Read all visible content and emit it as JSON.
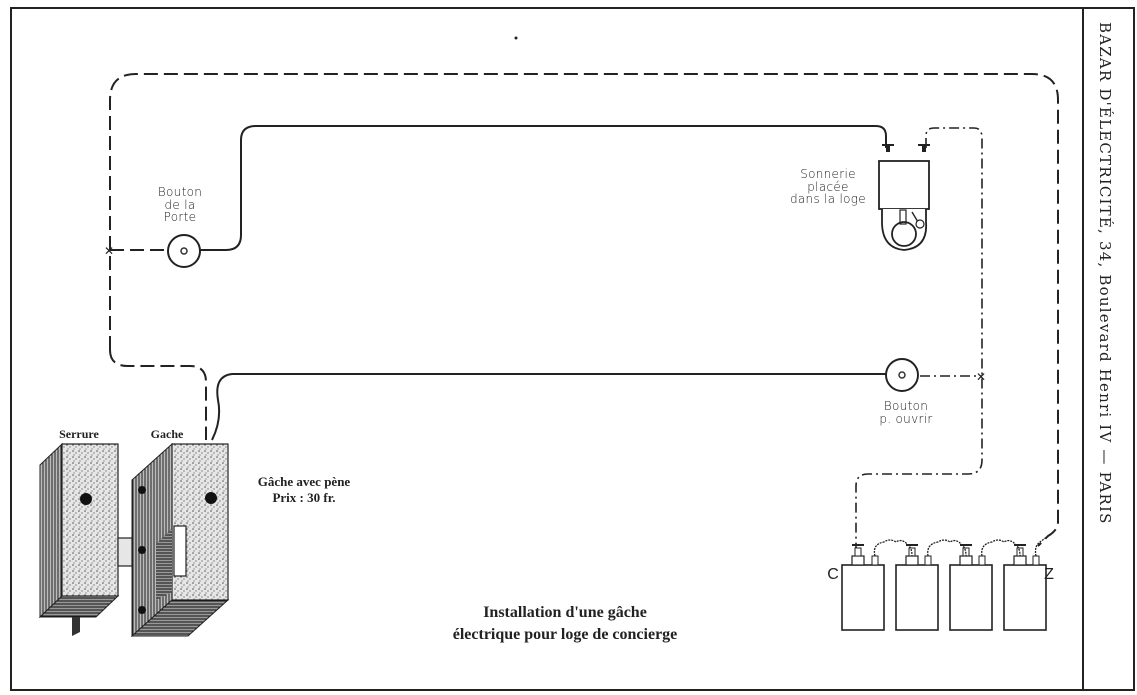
{
  "sidebar": {
    "text": "BAZAR D'ÉLECTRICITÉ, 34, Boulevard Henri IV — PARIS"
  },
  "labels": {
    "bouton_porte": [
      "Bouton",
      "de la",
      "Porte"
    ],
    "sonnerie": [
      "Sonnerie",
      "placée",
      "dans la loge"
    ],
    "bouton_ouvrir": [
      "Bouton",
      "p. ouvrir"
    ],
    "serrure": "Serrure",
    "gache": "Gache",
    "gache_price_line1": "Gâche avec pène",
    "gache_price_line2": "Prix : 30 fr.",
    "battery_pos": "C",
    "battery_neg": "Z"
  },
  "caption": {
    "line1": "Installation d'une gâche",
    "line2": "électrique pour loge de concierge"
  },
  "components": {
    "battery_cells": 4,
    "wire_types": [
      "solid",
      "dashed",
      "dash-dot"
    ]
  }
}
